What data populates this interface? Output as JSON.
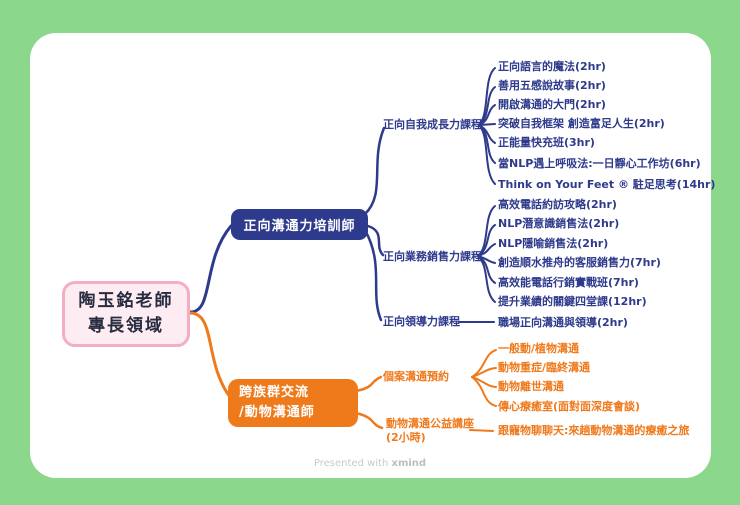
{
  "colors": {
    "background": "#8bd88d",
    "card": "#ffffff",
    "blue_branch": "#2e3a8c",
    "orange_branch": "#ef7a1c",
    "root_fill": "#fdecf2",
    "root_border": "#f3afc1",
    "root_text": "#272c40",
    "footer_text": "#c9c9c9"
  },
  "root": {
    "line1": "陶玉銘老師",
    "line2": "專長領域"
  },
  "branches": [
    {
      "label": "正向溝通力培訓師",
      "children": [
        {
          "label": "正向自我成長力課程",
          "leaves": [
            "正向語言的魔法(2hr)",
            "善用五感說故事(2hr)",
            "開啟溝通的大門(2hr)",
            "突破自我框架 創造富足人生(2hr)",
            "正能量快充班(3hr)",
            "當NLP遇上呼吸法:一日靜心工作坊(6hr)",
            "Think on Your Feet ® 駐足思考(14hr)"
          ]
        },
        {
          "label": "正向業務銷售力課程",
          "leaves": [
            "高效電話約訪攻略(2hr)",
            "NLP潛意識銷售法(2hr)",
            "NLP隱喻銷售法(2hr)",
            "創造順水推舟的客服銷售力(7hr)",
            "高效能電話行銷實戰班(7hr)",
            "提升業績的關鍵四堂課(12hr)"
          ]
        },
        {
          "label": "正向領導力課程",
          "leaves": [
            "職場正向溝通與領導(2hr)"
          ]
        }
      ]
    },
    {
      "label_line1": "跨族群交流",
      "label_line2": "/動物溝通師",
      "children": [
        {
          "label": "個案溝通預約",
          "leaves": [
            "一般動/植物溝通",
            "動物重症/臨終溝通",
            "動物離世溝通",
            "傳心療癒室(面對面深度會談)"
          ]
        },
        {
          "label": "動物溝通公益講座",
          "label_line2": "(2小時)",
          "leaves": [
            "跟寵物聊聊天:來趟動物溝通的療癒之旅"
          ]
        }
      ]
    }
  ],
  "footer": {
    "prefix": "Presented with ",
    "brand": "xmind"
  }
}
